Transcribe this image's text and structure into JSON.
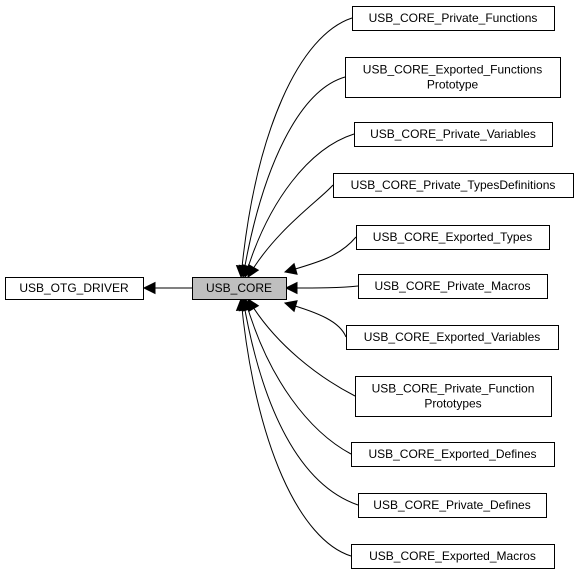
{
  "diagram": {
    "parent": {
      "id": "usb-otg-driver",
      "label": "USB_OTG_DRIVER"
    },
    "center": {
      "id": "usb-core",
      "label": "USB_CORE"
    },
    "children": [
      {
        "id": "private-functions",
        "lines": [
          "USB_CORE_Private_Functions"
        ]
      },
      {
        "id": "exported-functions-prototype",
        "lines": [
          "USB_CORE_Exported_Functions",
          "Prototype"
        ]
      },
      {
        "id": "private-variables",
        "lines": [
          "USB_CORE_Private_Variables"
        ]
      },
      {
        "id": "private-typesdefinitions",
        "lines": [
          "USB_CORE_Private_TypesDefinitions"
        ]
      },
      {
        "id": "exported-types",
        "lines": [
          "USB_CORE_Exported_Types"
        ]
      },
      {
        "id": "private-macros",
        "lines": [
          "USB_CORE_Private_Macros"
        ]
      },
      {
        "id": "exported-variables",
        "lines": [
          "USB_CORE_Exported_Variables"
        ]
      },
      {
        "id": "private-function-prototypes",
        "lines": [
          "USB_CORE_Private_Function",
          "Prototypes"
        ]
      },
      {
        "id": "exported-defines",
        "lines": [
          "USB_CORE_Exported_Defines"
        ]
      },
      {
        "id": "private-defines",
        "lines": [
          "USB_CORE_Private_Defines"
        ]
      },
      {
        "id": "exported-macros",
        "lines": [
          "USB_CORE_Exported_Macros"
        ]
      }
    ]
  }
}
